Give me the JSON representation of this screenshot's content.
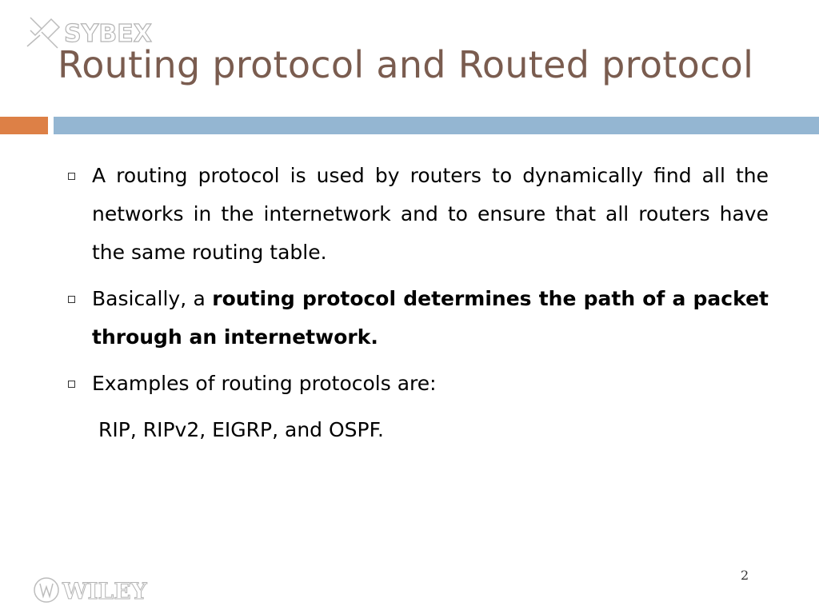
{
  "logos": {
    "top": "SYBEX",
    "bottom": "WILEY"
  },
  "slide": {
    "title": "Routing protocol and Routed protocol",
    "bullets": [
      {
        "text_before": "A routing protocol is used by routers to dynamically find all the networks in the internetwork and to ensure that all routers have the same routing table.",
        "bold": ""
      },
      {
        "text_before": "Basically, a ",
        "bold": "routing protocol determines the path of a packet through an internetwork."
      },
      {
        "text_before": "Examples of routing protocols are:",
        "bold": ""
      }
    ],
    "examples": "RIP, RIPv2, EIGRP, and OSPF.",
    "page_number": "2"
  },
  "colors": {
    "title": "#7a5c4f",
    "accent_orange": "#dd8046",
    "accent_blue": "#94b6d2"
  }
}
